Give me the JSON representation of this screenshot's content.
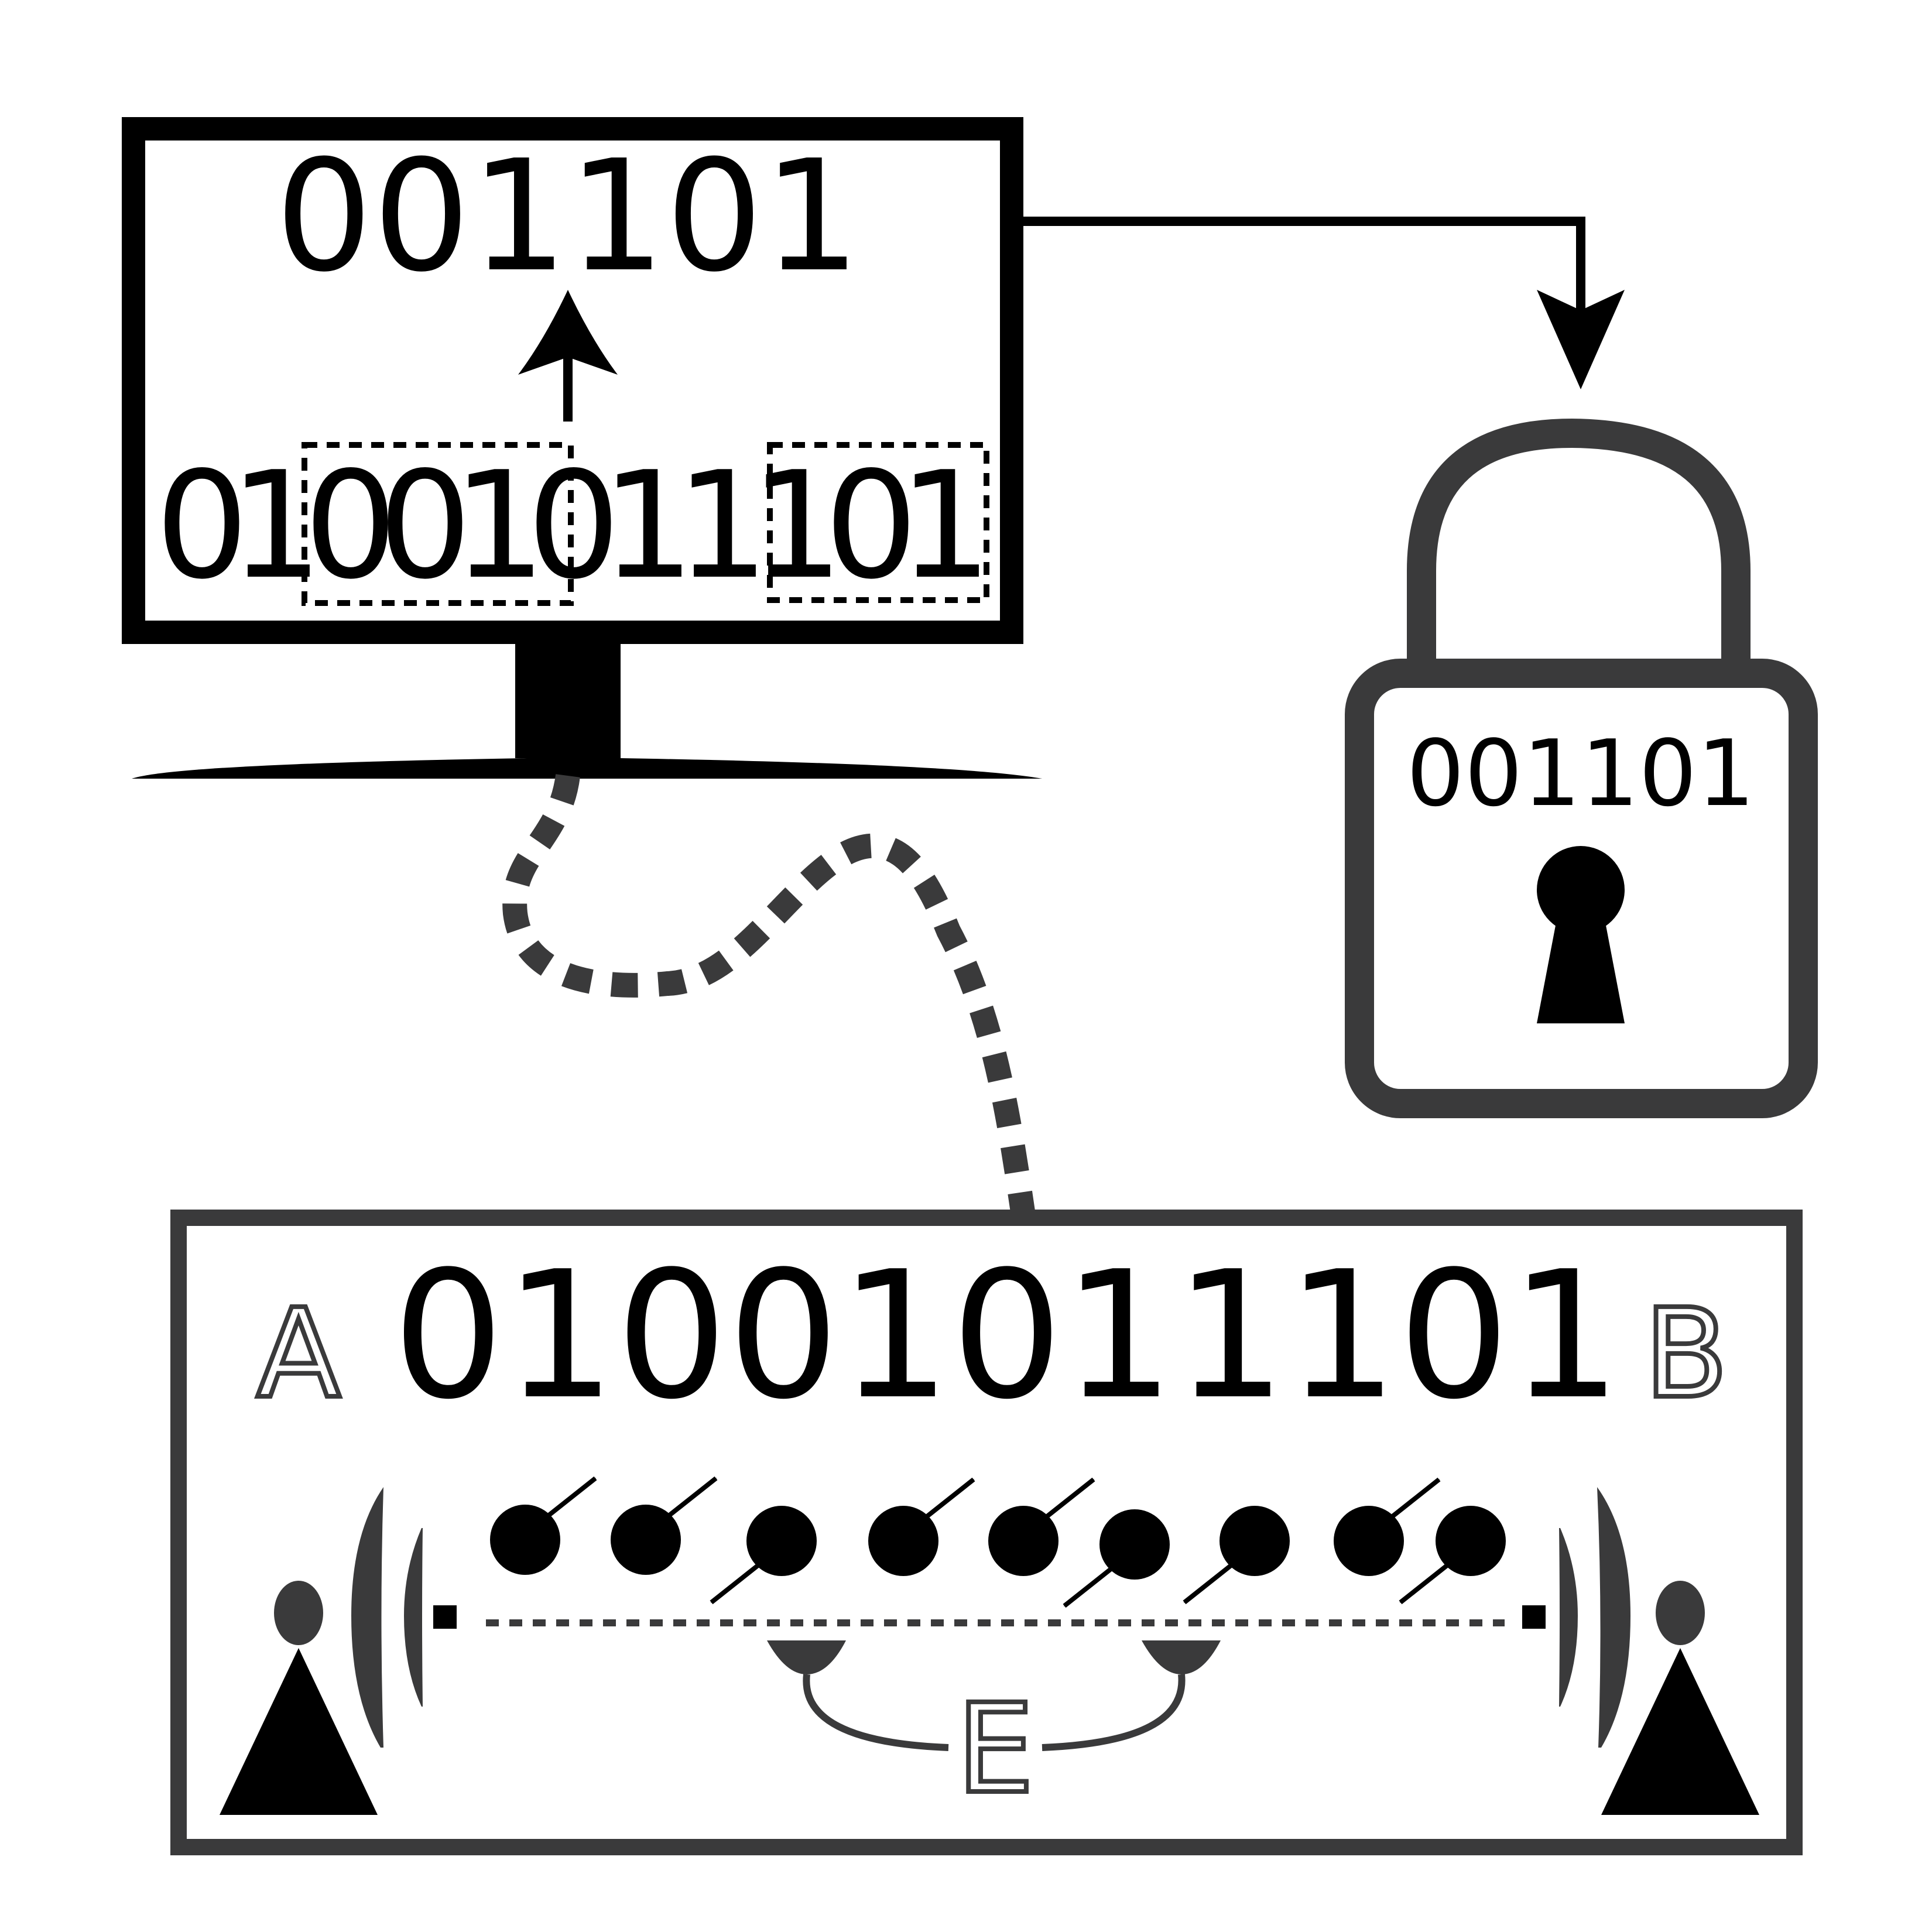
{
  "monitor": {
    "final_key": "001101",
    "raw_bits": [
      "0",
      "1",
      "0",
      "0",
      "1",
      "0",
      "1",
      "1",
      "1",
      "0",
      "1"
    ]
  },
  "lock": {
    "key": "001101"
  },
  "qkd": {
    "bitstring": "01001011101",
    "label_alice": "A",
    "label_bob": "B",
    "label_eve": "E",
    "photon_arrows": [
      "ne",
      "ne",
      "sw",
      "ne",
      "ne",
      "sw",
      "sw",
      "ne",
      "sw"
    ]
  },
  "colors": {
    "ink": "#000000",
    "frame": "#3a3a3b"
  }
}
